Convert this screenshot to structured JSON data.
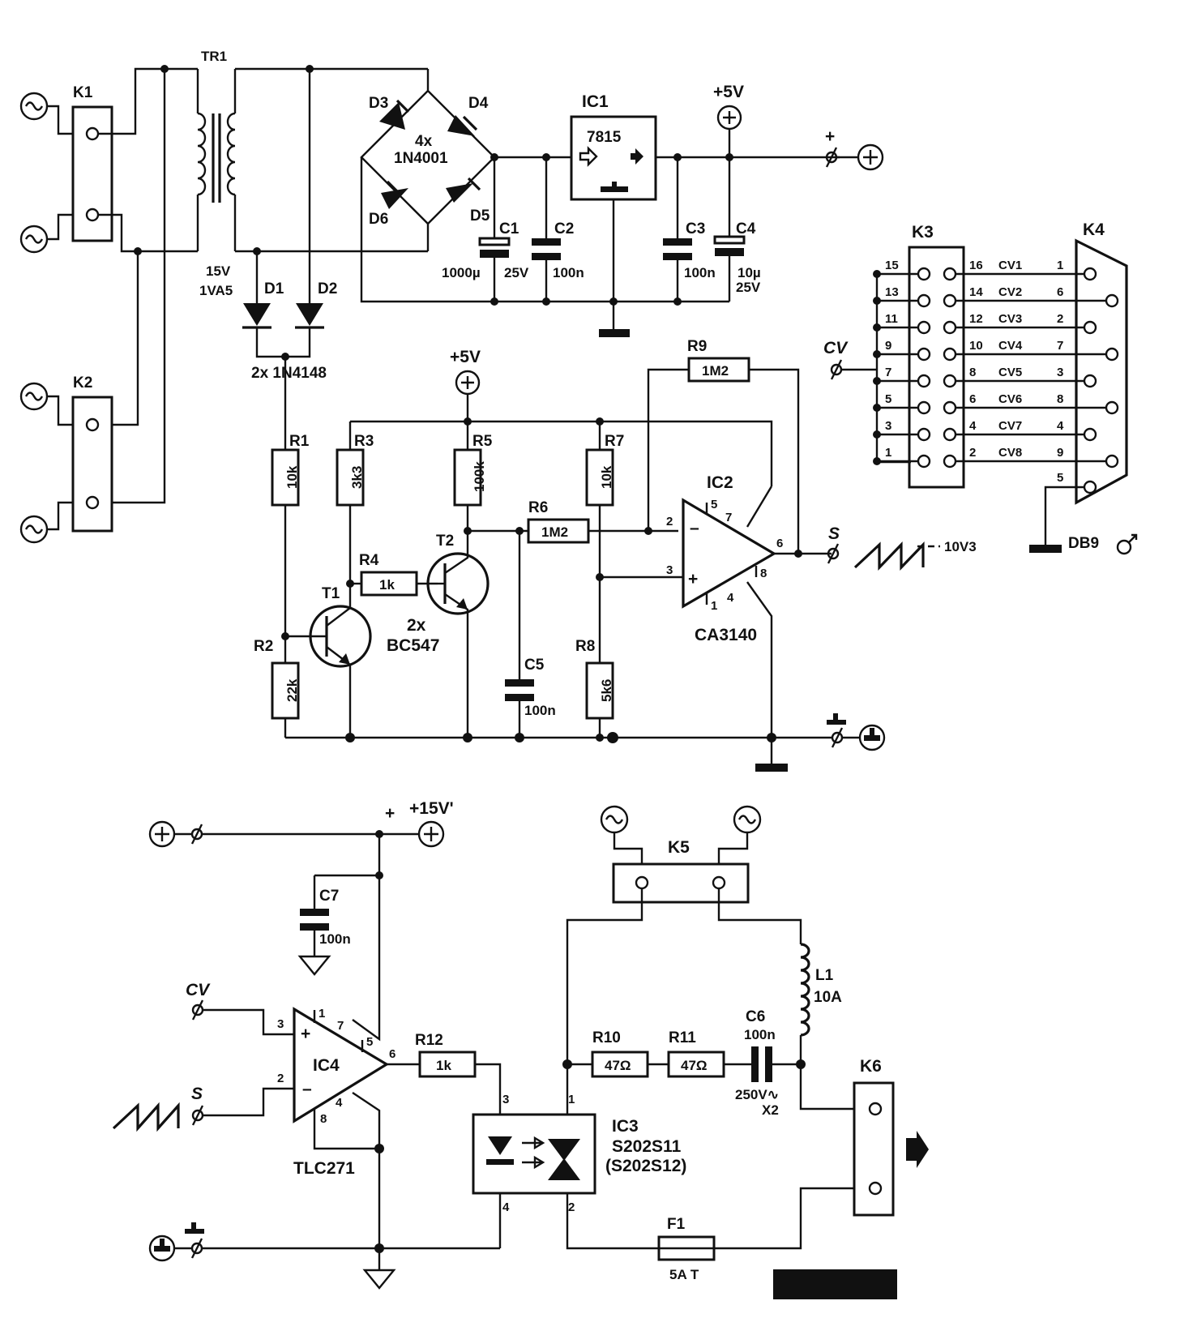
{
  "labels": {
    "k1": "K1",
    "k2": "K2",
    "k3": "K3",
    "k4": "K4",
    "k5": "K5",
    "k6": "K6",
    "tr1": "TR1",
    "tr1_v": "15V",
    "tr1_va": "1VA5",
    "d1": "D1",
    "d2": "D2",
    "d1d2_type": "2x  1N4148",
    "d3": "D3",
    "d4": "D4",
    "d5": "D5",
    "d6": "D6",
    "bridge_count": "4x",
    "bridge_type": "1N4001",
    "ic1": "IC1",
    "ic1_type": "7815",
    "c1": "C1",
    "c1_val": "1000µ",
    "c1_v": "25V",
    "c2": "C2",
    "c2_val": "100n",
    "c3": "C3",
    "c3_val": "100n",
    "c4": "C4",
    "c4_val": "10µ",
    "c4_v": "25V",
    "plus5v_a": "+5V",
    "plus5v_b": "+5V",
    "plus_sign": "+",
    "r1": "R1",
    "r1_val": "10k",
    "r2": "R2",
    "r2_val": "22k",
    "r3": "R3",
    "r3_val": "3k3",
    "r4": "R4",
    "r4_val": "1k",
    "r5": "R5",
    "r5_val": "100k",
    "r6": "R6",
    "r6_val": "1M2",
    "r7": "R7",
    "r7_val": "10k",
    "r8": "R8",
    "r8_val": "5k6",
    "r9": "R9",
    "r9_val": "1M2",
    "t1": "T1",
    "t2": "T2",
    "t_count": "2x",
    "t_type": "BC547",
    "c5": "C5",
    "c5_val": "100n",
    "ic2": "IC2",
    "ic2_type": "CA3140",
    "s_out": "S",
    "ramp_v": "10V3",
    "cv_in": "CV",
    "db9": "DB9",
    "plus15v": "+15V'",
    "c7": "C7",
    "c7_val": "100n",
    "cv_in2": "CV",
    "s_in2": "S",
    "ic4": "IC4",
    "ic4_type": "TLC271",
    "r12": "R12",
    "r12_val": "1k",
    "ic3": "IC3",
    "ic3_type": "S202S11",
    "ic3_alt": "(S202S12)",
    "r10": "R10",
    "r10_val": "47Ω",
    "r11": "R11",
    "r11_val": "47Ω",
    "c6": "C6",
    "c6_val": "100n",
    "c6_v": "250V∿",
    "c6_class": "X2",
    "l1": "L1",
    "l1_val": "10A",
    "f1": "F1",
    "f1_val": "5A  T"
  },
  "k3_odd_pins": [
    "15",
    "13",
    "11",
    "9",
    "7",
    "5",
    "3",
    "1"
  ],
  "k3_even_pins": [
    "16",
    "14",
    "12",
    "10",
    "8",
    "6",
    "4",
    "2"
  ],
  "cv_channels": [
    "CV1",
    "CV2",
    "CV3",
    "CV4",
    "CV5",
    "CV6",
    "CV7",
    "CV8"
  ],
  "db9_pins": [
    "1",
    "6",
    "2",
    "7",
    "3",
    "8",
    "4",
    "9"
  ],
  "db9_ground_pin": "5",
  "pin_numbers": {
    "ic2_inv": "2",
    "ic2_noninv": "3",
    "ic2_out": "6",
    "ic2_v": "7",
    "ic2_5": "5",
    "ic2_1": "1",
    "ic2_4": "4",
    "ic2_8": "8",
    "ic4_noninv": "3",
    "ic4_inv": "2",
    "ic4_out": "6",
    "ic4_v": "7",
    "ic4_1": "1",
    "ic4_5": "5",
    "ic4_8": "8",
    "ic4_4": "4",
    "ic3_1": "1",
    "ic3_2": "2",
    "ic3_3": "3",
    "ic3_4": "4"
  }
}
